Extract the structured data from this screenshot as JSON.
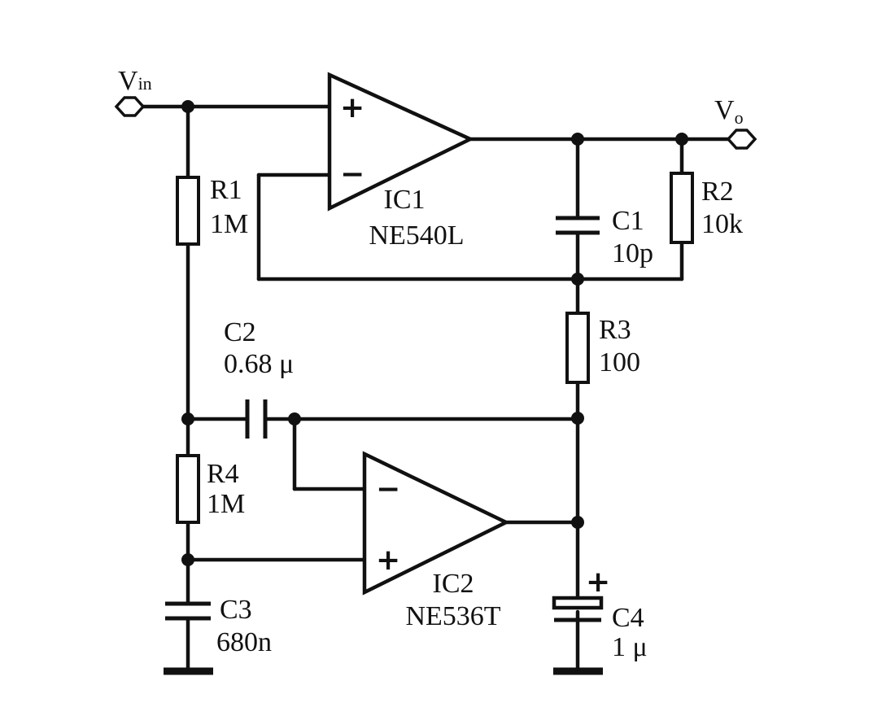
{
  "nodes": {
    "vin": "V",
    "vin_sub": "in",
    "vo": "V",
    "vo_sub": "o"
  },
  "ic1": {
    "ref": "IC1",
    "part": "NE540L",
    "plus": "+",
    "minus": "−"
  },
  "ic2": {
    "ref": "IC2",
    "part": "NE536T",
    "plus": "+",
    "minus": "−"
  },
  "r1": {
    "ref": "R1",
    "value": "1M"
  },
  "r2": {
    "ref": "R2",
    "value": "10k"
  },
  "r3": {
    "ref": "R3",
    "value": "100"
  },
  "r4": {
    "ref": "R4",
    "value": "1M"
  },
  "c1": {
    "ref": "C1",
    "value": "10p"
  },
  "c2": {
    "ref": "C2",
    "value": "0.68 μ"
  },
  "c3": {
    "ref": "C3",
    "value": "680n"
  },
  "c4": {
    "ref": "C4",
    "value": "1 μ",
    "polarity": "+"
  }
}
